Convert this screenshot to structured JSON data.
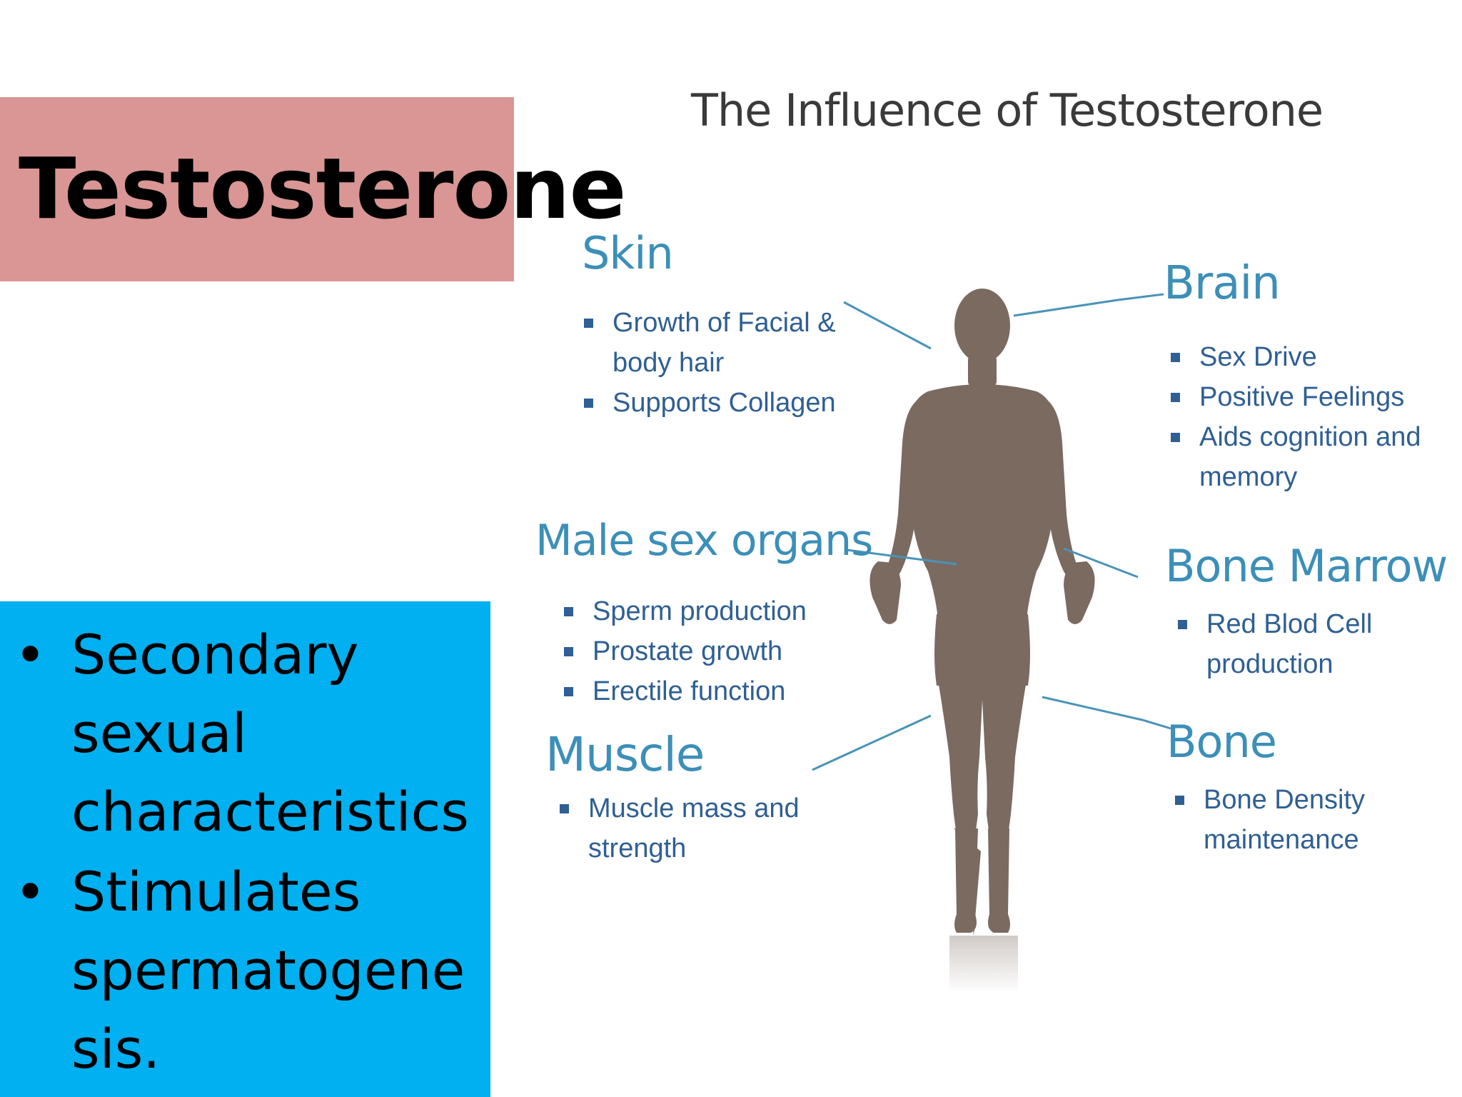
{
  "slide": {
    "title": "Testosterone",
    "bullets": [
      {
        "line1": "Secondary",
        "line2": "sexual",
        "line3": "characteristics"
      },
      {
        "line1": "Stimulates",
        "line2": "spermatogene",
        "line3": "sis."
      }
    ]
  },
  "diagram": {
    "title": "The Influence of Testosterone",
    "skin": {
      "heading": "Skin",
      "items": [
        "Growth of Facial &",
        "body hair",
        "Supports Collagen"
      ]
    },
    "male_sex_organs": {
      "heading": "Male sex organs",
      "items": [
        "Sperm production",
        "Prostate growth",
        "Erectile function"
      ]
    },
    "muscle": {
      "heading": "Muscle",
      "items": [
        "Muscle mass and",
        "strength"
      ]
    },
    "brain": {
      "heading": "Brain",
      "items": [
        "Sex Drive",
        "Positive Feelings",
        "Aids cognition and",
        "memory"
      ]
    },
    "bone_marrow": {
      "heading": "Bone Marrow",
      "items": [
        "Red Blod Cell",
        "production"
      ]
    },
    "bone": {
      "heading": "Bone",
      "items": [
        "Bone Density",
        "maintenance"
      ]
    }
  },
  "colors": {
    "title_box": "#d99694",
    "bullet_box": "#00b0f0",
    "heading": "#3c8fb8",
    "item_text": "#2f5f93",
    "figure": "#7b6a60",
    "connector": "#4a93b8"
  }
}
